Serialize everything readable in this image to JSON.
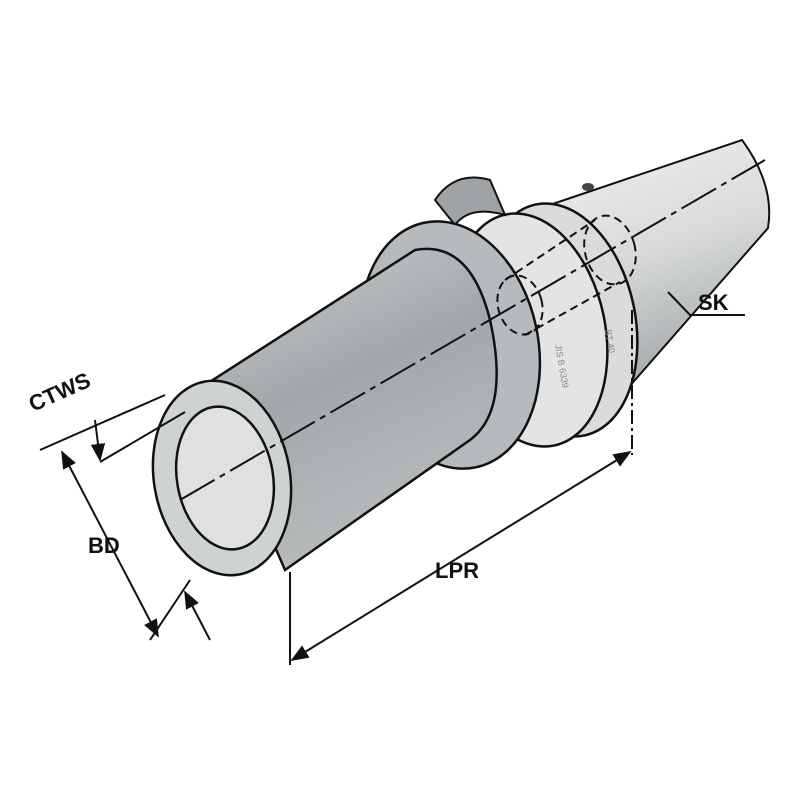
{
  "labels": {
    "ctws": "CTWS",
    "bd": "BD",
    "lpr": "LPR",
    "sk": "SK"
  },
  "engraving": {
    "standard": "JIS B 6339",
    "size": "BT 40"
  },
  "colors": {
    "body": "#a9adaf",
    "face": "#d4d6d7",
    "bore": "#c2c5c6",
    "line": "#111111"
  }
}
